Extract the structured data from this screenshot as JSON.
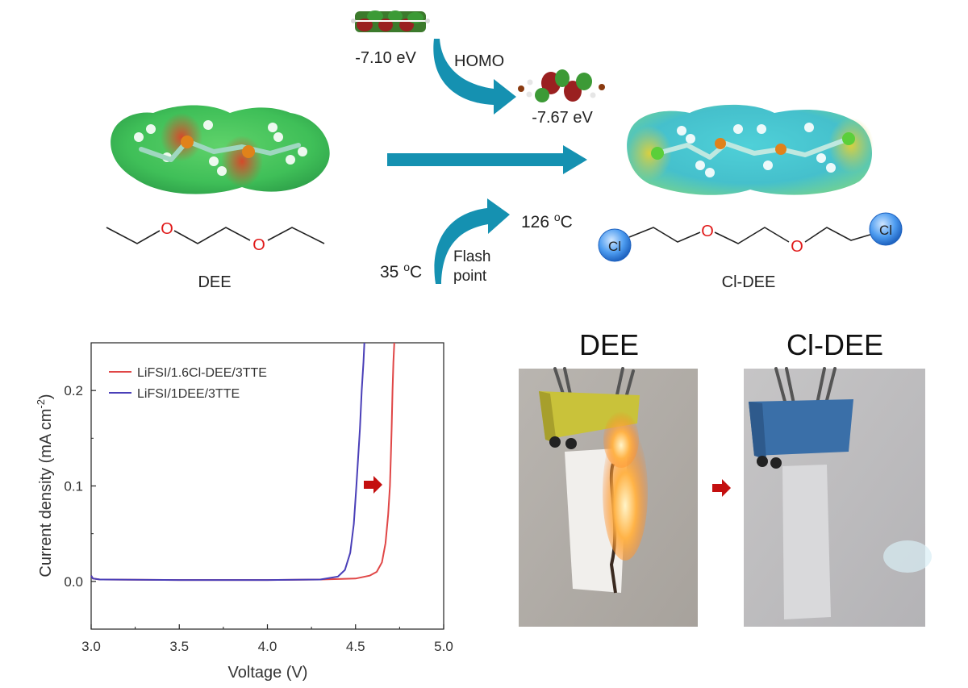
{
  "scheme": {
    "homo_top_value": "-7.10 eV",
    "homo_bottom_value": "-7.67 eV",
    "homo_label": "HOMO",
    "flash_low": "35 ",
    "flash_low_unit": "C",
    "flash_high": "126 ",
    "flash_high_unit": "C",
    "degree_mark": "o",
    "flash_label_line1": "Flash",
    "flash_label_line2": "point",
    "left_molecule_name": "DEE",
    "right_molecule_name": "Cl-DEE",
    "oxygen_symbol": "O",
    "chlorine_symbol": "Cl",
    "colors": {
      "arrow": "#1591b1",
      "oxygen": "#e01919",
      "chlorine_ball": "#3a8fe8"
    }
  },
  "photos": {
    "left_title": "DEE",
    "right_title": "Cl-DEE",
    "clip_colors": {
      "left": "#c9c23a",
      "right": "#3a6fa8"
    }
  },
  "chart_data": {
    "type": "line",
    "xlabel": "Voltage (V)",
    "ylabel": "Current density (mA cm",
    "ylabel_sup": "-2",
    "ylabel_end": ")",
    "xlim": [
      3.0,
      5.0
    ],
    "ylim": [
      -0.05,
      0.25
    ],
    "xticks": [
      3.0,
      3.5,
      4.0,
      4.5,
      5.0
    ],
    "xtick_labels": [
      "3.0",
      "3.5",
      "4.0",
      "4.5",
      "5.0"
    ],
    "yticks": [
      0.0,
      0.1,
      0.2
    ],
    "ytick_labels": [
      "0.0",
      "0.1",
      "0.2"
    ],
    "grid": false,
    "legend_position": "top-left",
    "series": [
      {
        "name": "LiFSI/1.6Cl-DEE/3TTE",
        "color": "#e04646",
        "x": [
          3.0,
          3.01,
          3.05,
          3.5,
          4.0,
          4.3,
          4.5,
          4.58,
          4.62,
          4.65,
          4.67,
          4.685,
          4.695,
          4.7,
          4.705,
          4.71,
          4.715,
          4.72
        ],
        "y": [
          0.006,
          0.003,
          0.002,
          0.0015,
          0.0015,
          0.002,
          0.003,
          0.006,
          0.01,
          0.02,
          0.04,
          0.07,
          0.1,
          0.13,
          0.16,
          0.2,
          0.23,
          0.25
        ]
      },
      {
        "name": "LiFSI/1DEE/3TTE",
        "color": "#4a3fb8",
        "x": [
          3.0,
          3.01,
          3.05,
          3.5,
          4.0,
          4.3,
          4.4,
          4.44,
          4.47,
          4.49,
          4.505,
          4.515,
          4.525,
          4.535,
          4.545,
          4.55
        ],
        "y": [
          0.006,
          0.003,
          0.002,
          0.0015,
          0.0015,
          0.002,
          0.005,
          0.012,
          0.03,
          0.06,
          0.1,
          0.13,
          0.16,
          0.2,
          0.23,
          0.25
        ]
      }
    ]
  }
}
